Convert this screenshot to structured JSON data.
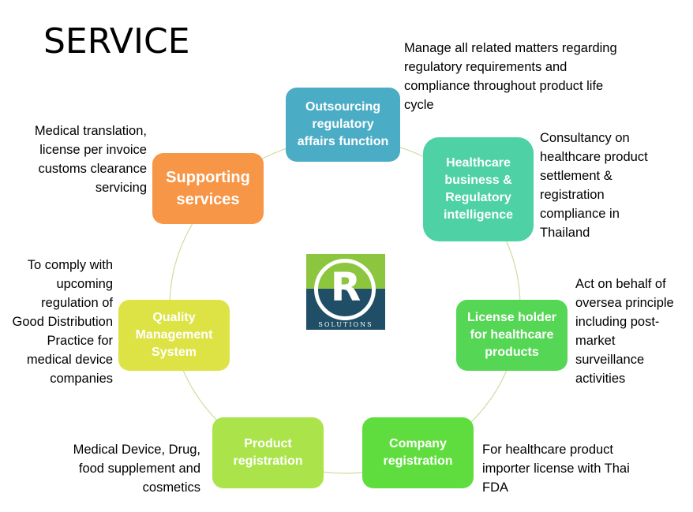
{
  "title": "SERVICE",
  "logo": {
    "letter": "R",
    "text": "SOLUTIONS"
  },
  "colors": {
    "ring": "#b9dfa8",
    "outsourcing": "#4bacc6",
    "intelligence": "#4dd1a5",
    "license_holder": "#56d655",
    "company": "#5fdd3e",
    "product": "#abe44a",
    "quality": "#dde345",
    "supporting": "#f79646"
  },
  "nodes": {
    "outsourcing": {
      "label": "Outsourcing regulatory affairs function",
      "description": "Manage all related matters regarding regulatory requirements and compliance throughout product life cycle"
    },
    "intelligence": {
      "label": "Healthcare business & Regulatory intelligence",
      "description": "Consultancy on healthcare product settlement & registration compliance in Thailand"
    },
    "license_holder": {
      "label": "License holder for healthcare products",
      "description": "Act on behalf of oversea principle including post-market surveillance activities"
    },
    "company": {
      "label": "Company registration",
      "description": "For healthcare product importer license with Thai FDA"
    },
    "product": {
      "label": "Product registration",
      "description": "Medical Device, Drug, food supplement and cosmetics"
    },
    "quality": {
      "label": "Quality Management System",
      "description": "To comply with upcoming regulation of Good Distribution Practice for medical device companies"
    },
    "supporting": {
      "label": "Supporting services",
      "description": "Medical translation, license per invoice customs clearance servicing"
    }
  }
}
